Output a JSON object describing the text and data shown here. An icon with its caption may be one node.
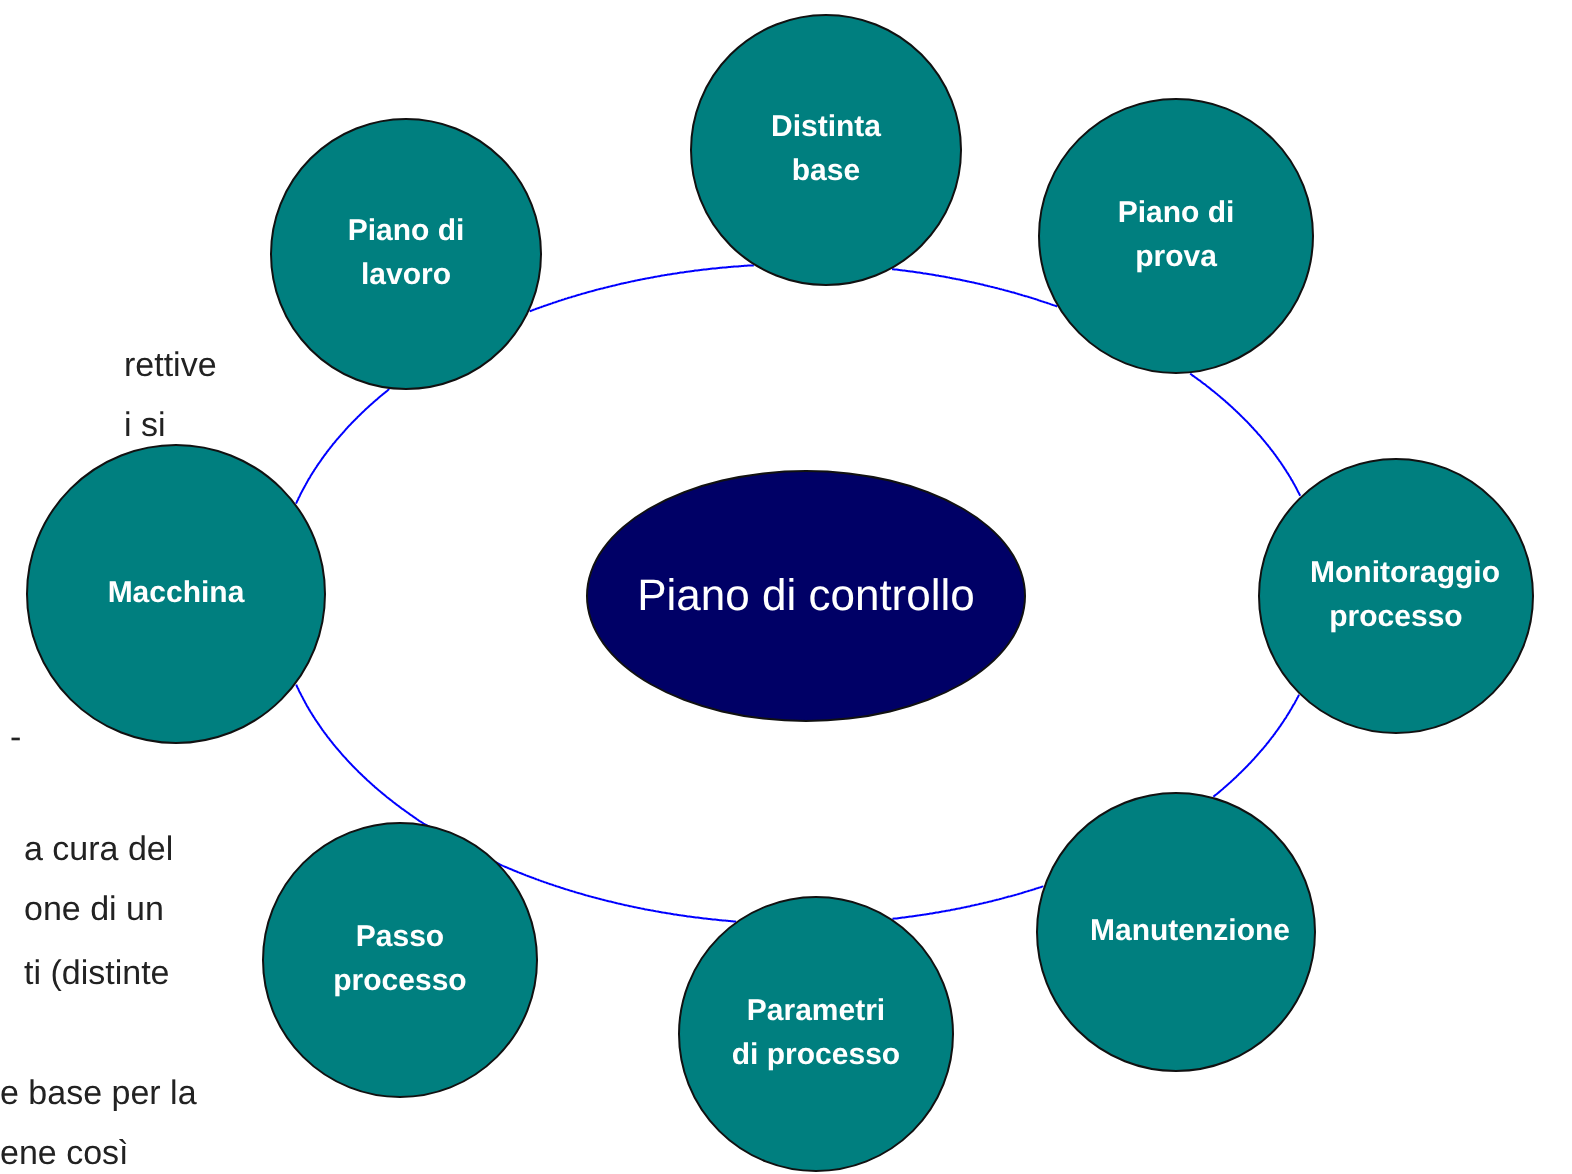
{
  "diagram": {
    "nodes": [
      {
        "text": [
          "Distinta base"
        ]
      },
      {
        "text": [
          "Piano di lavoro"
        ]
      },
      {
        "text": [
          "Piano di prova"
        ]
      },
      {
        "text": [
          "Macchina"
        ]
      },
      {
        "text": [
          "Piano di controllo"
        ]
      },
      {
        "text": [
          "Monitoraggio processo"
        ]
      },
      {
        "text": [
          "Passo processo"
        ]
      },
      {
        "text": [
          "Manutenzione"
        ]
      },
      {
        "text": [
          "Parametri di processo"
        ]
      }
    ],
    "edges": [
      {
        "from": 0,
        "to": 2,
        "arrow": "none"
      },
      {
        "from": 2,
        "to": 5,
        "arrow": "none"
      },
      {
        "from": 5,
        "to": 7,
        "arrow": "none"
      },
      {
        "from": 7,
        "to": 8,
        "arrow": "none"
      },
      {
        "from": 8,
        "to": 6,
        "arrow": "none"
      },
      {
        "from": 6,
        "to": 3,
        "arrow": "none"
      },
      {
        "from": 3,
        "to": 1,
        "arrow": "none"
      },
      {
        "from": 1,
        "to": 0,
        "arrow": "none"
      }
    ],
    "labels": [
      "rettive",
      "i si",
      "-",
      "a cura del",
      "one di un",
      "ti (distinte",
      "e base per la",
      "ene così"
    ]
  }
}
